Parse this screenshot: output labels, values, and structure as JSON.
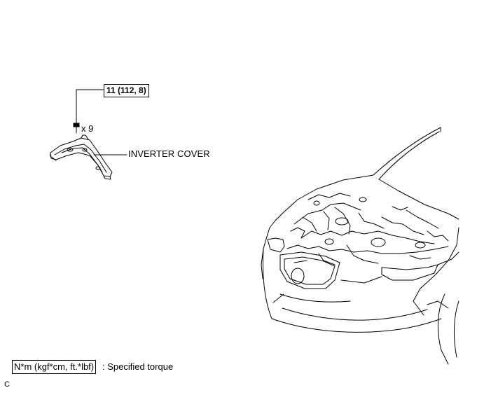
{
  "torque_spec": "11 (112, 8)",
  "bolt_count": "x 9",
  "part_label": "INVERTER COVER",
  "legend": {
    "box_text": "N*m (kgf*cm, ft.*lbf)",
    "description": ": Specified torque"
  },
  "figure_code": "C"
}
